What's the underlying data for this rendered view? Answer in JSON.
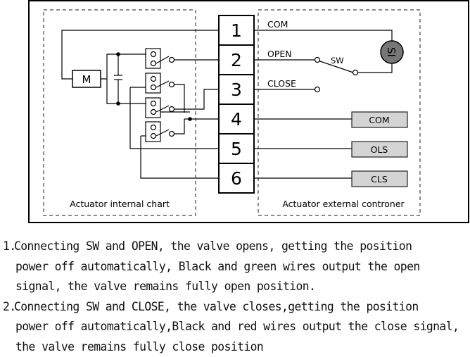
{
  "diagram": {
    "internal_label": "Actuator internal chart",
    "external_label": "Actuator external controner",
    "motor_label": "M",
    "terminals": [
      "1",
      "2",
      "3",
      "4",
      "5",
      "6"
    ],
    "signals": {
      "com": "COM",
      "open": "OPEN",
      "close": "CLOSE",
      "sw": "SW",
      "power": "SI"
    },
    "outputs": [
      "COM",
      "OLS",
      "CLS"
    ]
  },
  "notes": [
    {
      "num": "1.",
      "lines": [
        "Connecting SW and OPEN, the valve opens, getting the position",
        "power off automatically, Black and green wires output the open",
        "signal, the valve remains fully open position."
      ]
    },
    {
      "num": "2.",
      "lines": [
        "Connecting SW and CLOSE, the valve closes,getting the position",
        "power off automatically,Black and red wires output the close signal,",
        "the valve remains fully close position"
      ]
    }
  ]
}
